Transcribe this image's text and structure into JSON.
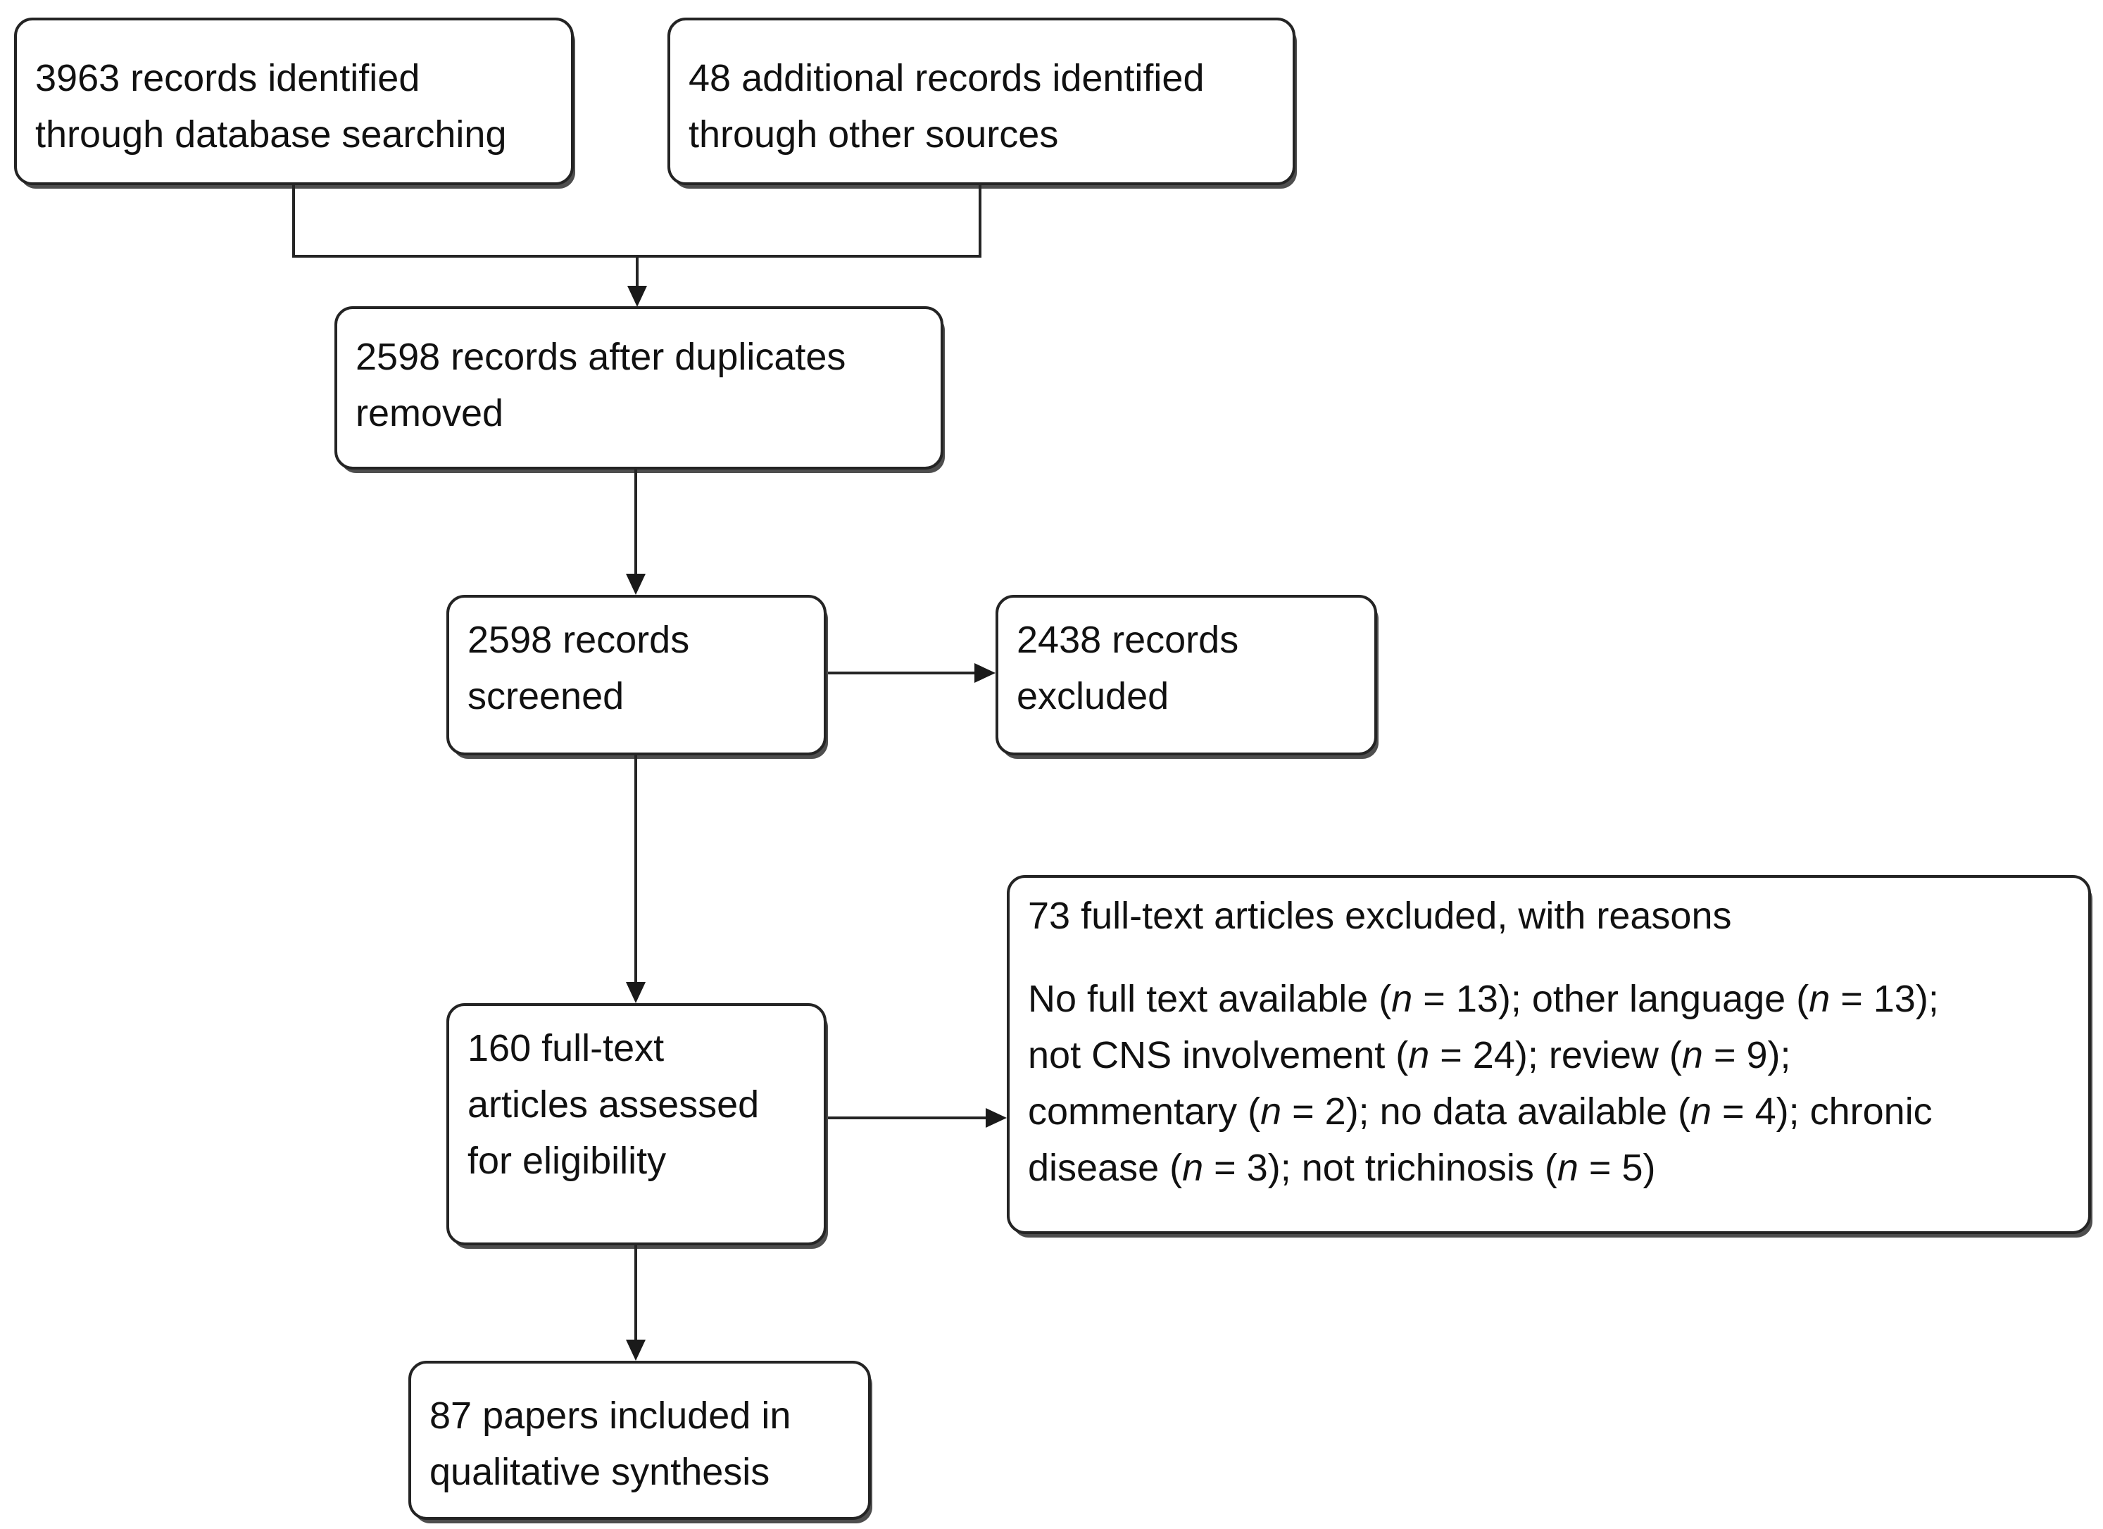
{
  "diagram": {
    "type": "prisma-flow-diagram",
    "colors": {
      "background": "#ffffff",
      "box_fill": "#ffffff",
      "border": "#242424",
      "text": "#111111",
      "shadow": "#4e4e4e"
    },
    "boxes": [
      {
        "id": "records-identified-database",
        "lines": [
          "3963 records identified",
          "through database searching"
        ]
      },
      {
        "id": "records-identified-other",
        "lines": [
          "48 additional records identified",
          "through other sources"
        ]
      },
      {
        "id": "records-after-duplicates",
        "lines": [
          "2598 records after duplicates",
          "removed"
        ]
      },
      {
        "id": "records-screened",
        "lines": [
          "2598 records",
          "screened"
        ]
      },
      {
        "id": "records-excluded",
        "lines": [
          "2438 records",
          "excluded"
        ]
      },
      {
        "id": "fulltext-assessed",
        "lines": [
          "160 full-text",
          "articles assessed",
          "for eligibility"
        ]
      },
      {
        "id": "fulltext-excluded-reasons",
        "title": "73 full-text articles excluded, with reasons",
        "lines": [
          "No full text available (n = 13); other language (n = 13);",
          "not CNS involvement (n = 24); review (n = 9);",
          "commentary (n = 2); no data available (n = 4); chronic",
          "disease (n = 3); not trichinosis (n = 5)"
        ]
      },
      {
        "id": "papers-included-qualitative",
        "lines": [
          "87 papers included in",
          "qualitative synthesis"
        ]
      }
    ],
    "counts": {
      "identified_database": 3963,
      "identified_other_sources": 48,
      "after_duplicates_removed": 2598,
      "screened": 2598,
      "excluded_at_screening": 2438,
      "fulltext_assessed": 160,
      "fulltext_excluded": 73,
      "included_qualitative_synthesis": 87,
      "exclusion_reasons": {
        "no_full_text_available": 13,
        "other_language": 13,
        "not_cns_involvement": 24,
        "review": 9,
        "commentary": 2,
        "no_data_available": 4,
        "chronic_disease": 3,
        "not_trichinosis": 5
      }
    }
  }
}
